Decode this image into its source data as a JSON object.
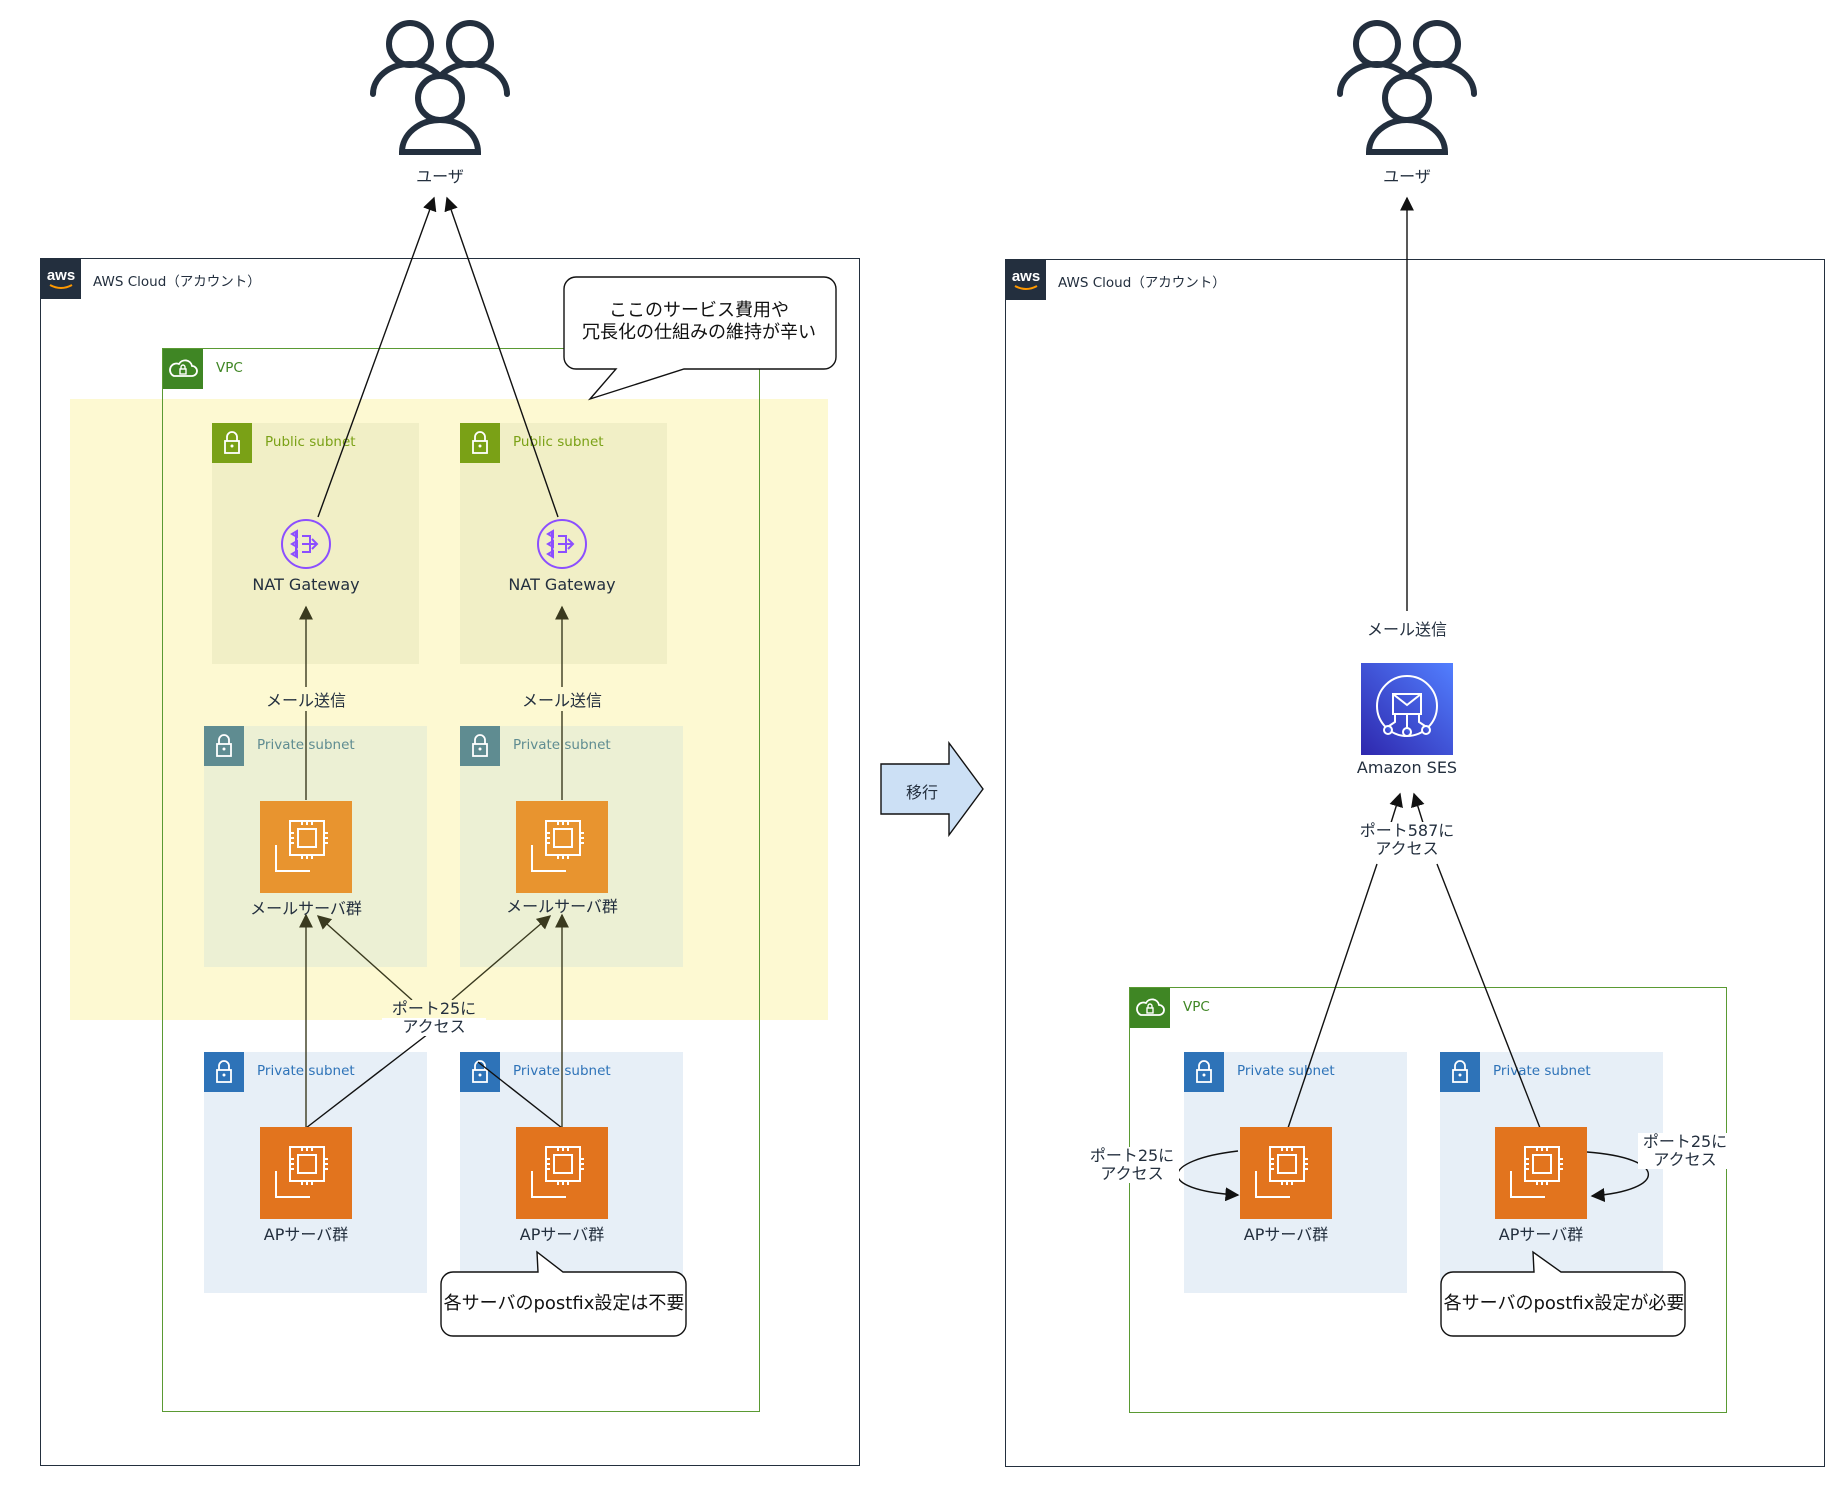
{
  "left": {
    "users_label": "ユーザ",
    "cloud_label": "AWS Cloud（アカウント）",
    "vpc_label": "VPC",
    "public_subnet_label": "Public subnet",
    "private_subnet_label": "Private subnet",
    "nat_label": "NAT Gateway",
    "mail_send_label": "メール送信",
    "mail_server_label": "メールサーバ群",
    "ap_server_label": "APサーバ群",
    "port25_line1": "ポート25に",
    "port25_line2": "アクセス",
    "callout_top_line1": "ここのサービス費用や",
    "callout_top_line2": "冗長化の仕組みの維持が辛い",
    "callout_bottom": "各サーバのpostfix設定は不要"
  },
  "migrate_label": "移行",
  "right": {
    "users_label": "ユーザ",
    "cloud_label": "AWS Cloud（アカウント）",
    "vpc_label": "VPC",
    "private_subnet_label": "Private subnet",
    "mail_send_label": "メール送信",
    "ses_label": "Amazon SES",
    "port587_line1": "ポート587に",
    "port587_line2": "アクセス",
    "port25_line1": "ポート25に",
    "port25_line2": "アクセス",
    "ap_server_label": "APサーバ群",
    "callout_bottom": "各サーバのpostfix設定が必要"
  },
  "colors": {
    "ec2_orange": "#e2741e",
    "mail_orange": "#e8942f",
    "nat_purple": "#8c4fff",
    "ses_blue": "#3b48cc",
    "migrate_fill": "#cce0f5"
  }
}
